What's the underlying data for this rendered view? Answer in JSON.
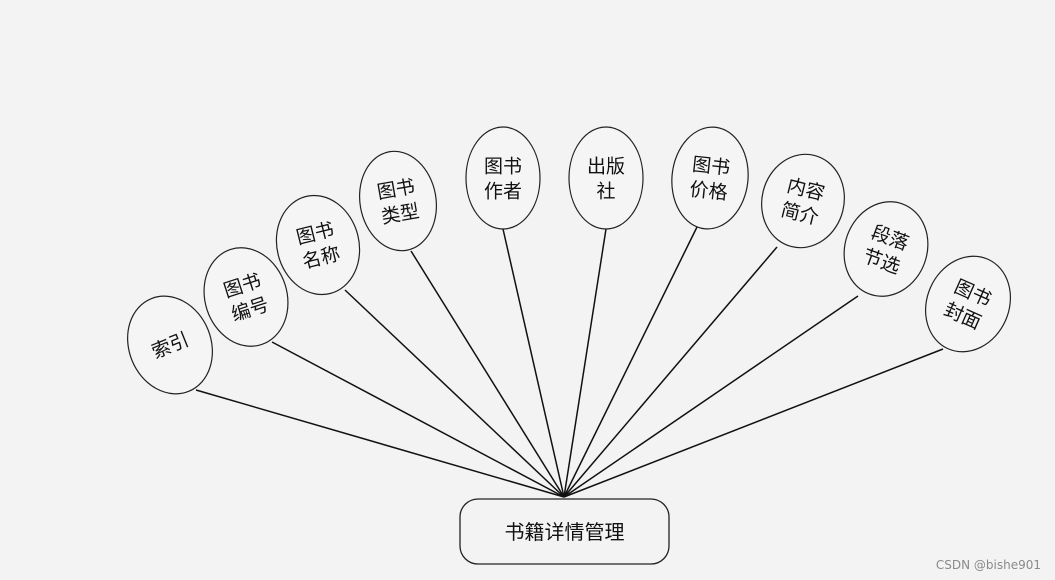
{
  "entity": {
    "label": "书籍详情管理"
  },
  "attributes": [
    {
      "id": "suoyin",
      "lines": [
        "索引"
      ]
    },
    {
      "id": "book-number",
      "lines": [
        "图书",
        "编号"
      ]
    },
    {
      "id": "book-name",
      "lines": [
        "图书",
        "名称"
      ]
    },
    {
      "id": "book-type",
      "lines": [
        "图书",
        "类型"
      ]
    },
    {
      "id": "book-author",
      "lines": [
        "图书",
        "作者"
      ]
    },
    {
      "id": "publisher",
      "lines": [
        "出版",
        "社"
      ]
    },
    {
      "id": "book-price",
      "lines": [
        "图书",
        "价格"
      ]
    },
    {
      "id": "content-intro",
      "lines": [
        "内容",
        "简介"
      ]
    },
    {
      "id": "paragraph-excerpt",
      "lines": [
        "段落",
        "节选"
      ]
    },
    {
      "id": "book-cover",
      "lines": [
        "图书",
        "封面"
      ]
    }
  ],
  "watermark": "CSDN @bishe901"
}
